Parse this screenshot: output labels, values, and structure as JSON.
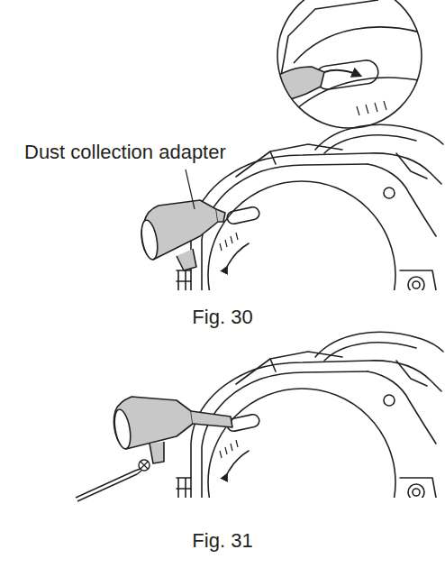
{
  "diagram": {
    "labels": [
      "Dust collection adapter",
      "Fig. 30",
      "Fig. 31"
    ]
  }
}
